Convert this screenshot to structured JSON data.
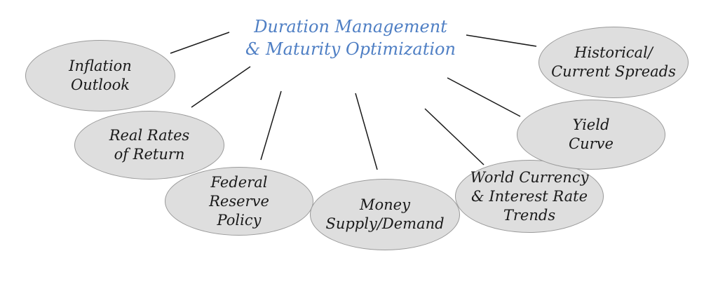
{
  "diagram": {
    "title_lines": [
      "Duration Management",
      "& Maturity Optimization"
    ],
    "nodes": [
      {
        "id": "inflation",
        "label": "Inflation\nOutlook"
      },
      {
        "id": "real-rates",
        "label": "Real Rates\nof Return"
      },
      {
        "id": "federal-reserve",
        "label": "Federal\nReserve\nPolicy"
      },
      {
        "id": "money-supply",
        "label": "Money\nSupply/Demand"
      },
      {
        "id": "world-currency",
        "label": "World Currency\n& Interest Rate\nTrends"
      },
      {
        "id": "yield-curve",
        "label": "Yield\nCurve"
      },
      {
        "id": "historical-spreads",
        "label": "Historical/\nCurrent Spreads"
      }
    ],
    "colors": {
      "title": "#4f7fc4",
      "node_fill": "#dedede",
      "node_border": "#9a9a9a",
      "connector": "#1a1a1a"
    }
  }
}
